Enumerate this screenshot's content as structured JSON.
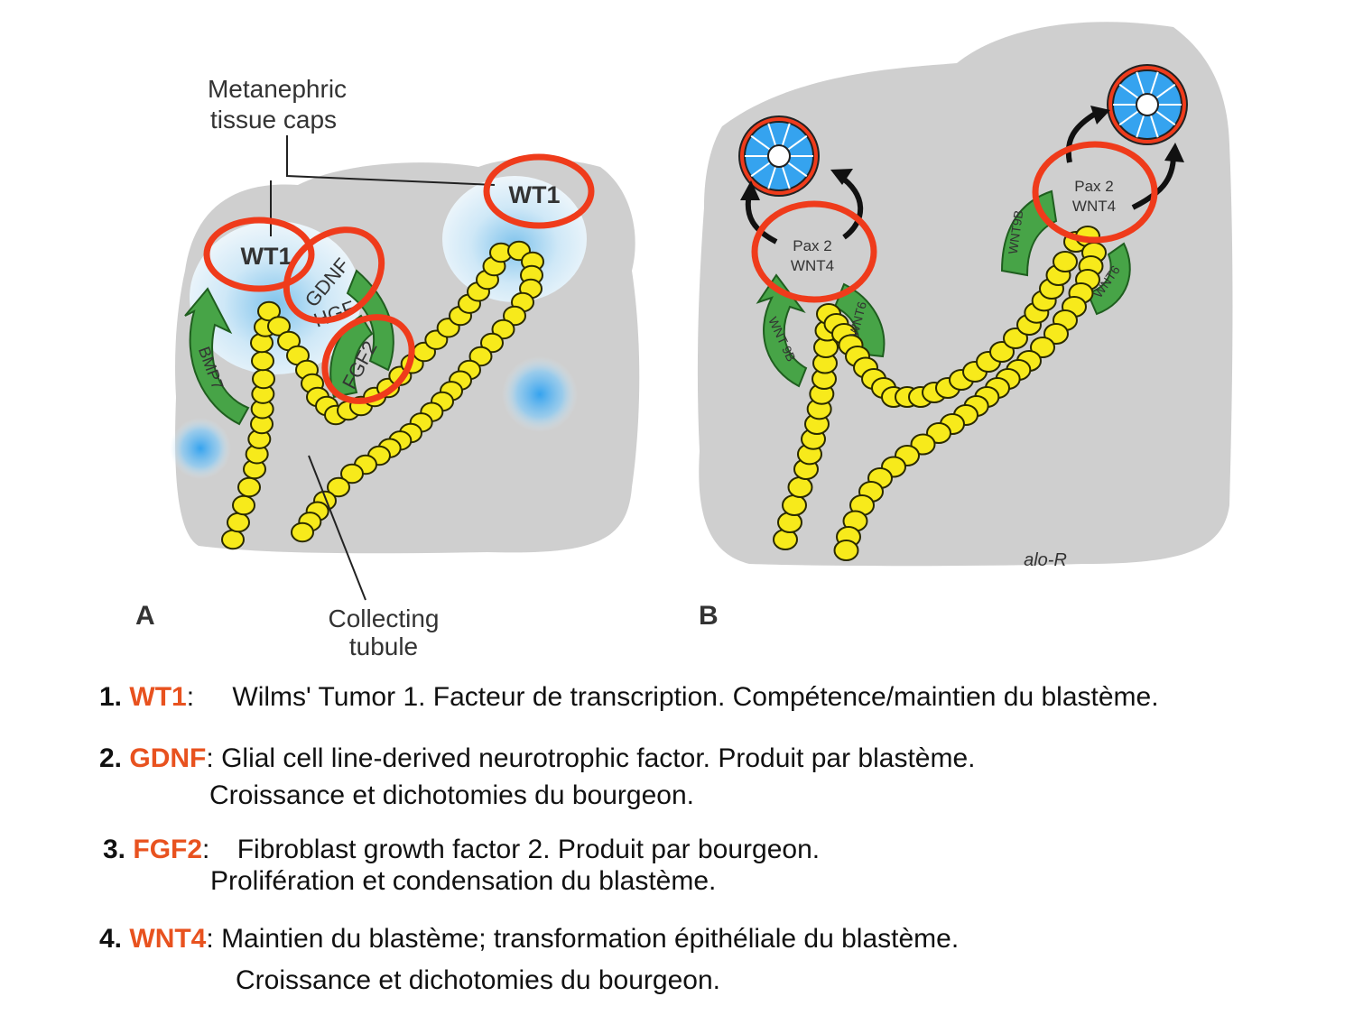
{
  "diagram": {
    "panel_a": {
      "letter": "A",
      "caption_top": [
        "Metanephric",
        "tissue caps"
      ],
      "caption_bottom": [
        "Collecting",
        "tubule"
      ],
      "labels": {
        "wt1_left": "WT1",
        "wt1_right": "WT1",
        "gdnf": "GDNF",
        "hgf": "HGF",
        "fgf2": "FGF2",
        "bmp7": "BMP7"
      }
    },
    "panel_b": {
      "letter": "B",
      "labels": {
        "pax2_left": "Pax 2",
        "wnt4_left": "WNT4",
        "pax2_right": "Pax 2",
        "wnt4_right": "WNT4",
        "wnt9b_left": "WNT 9B",
        "wnt6_left": "WNT6",
        "wnt9b_right": "WNT9B",
        "wnt6_right": "WNT6"
      },
      "signature": "alo-R"
    },
    "colors": {
      "highlight": "#ef3b1b",
      "tubule": "#f7ea1b",
      "tissue": "#cfcfcf",
      "arrow": "#47a447",
      "blastema": "#4aa8e8"
    }
  },
  "legend": [
    {
      "num": "1.",
      "term": "WT1",
      "sep": ":",
      "text": "Wilms' Tumor 1. Facteur de transcription. Compétence/maintien du blastème."
    },
    {
      "num": "2.",
      "term": "GDNF",
      "sep": ":",
      "text": "Glial cell line-derived neurotrophic factor. Produit par blastème.",
      "text2": "Croissance et dichotomies du bourgeon."
    },
    {
      "num": "3.",
      "term": "FGF2",
      "sep": ":",
      "text": "Fibroblast growth factor 2. Produit par bourgeon.",
      "text2": "Prolifération et condensation du blastème."
    },
    {
      "num": "4.",
      "term": "WNT4",
      "sep": ":",
      "text": "Maintien du blastème; transformation épithéliale du blastème.",
      "text2": "Croissance et dichotomies du bourgeon."
    }
  ]
}
